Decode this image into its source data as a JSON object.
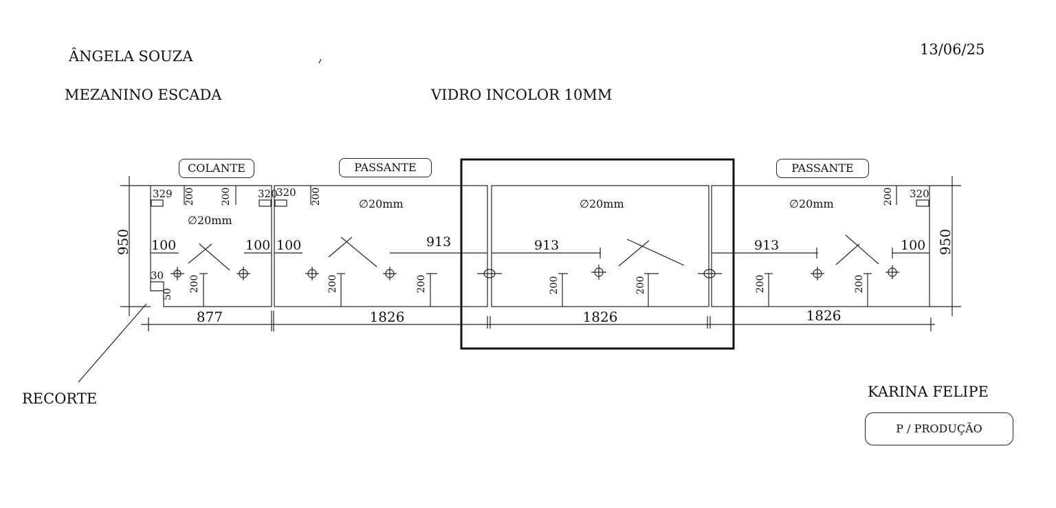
{
  "client_name": "ÂNGELA SOUZA",
  "date": "13/06/25",
  "project": "MEZANINO ESCADA",
  "glass_spec": "VIDRO INCOLOR 10MM",
  "salesperson": "KARINA FELIPE",
  "stamp": "P / PRODUÇÃO",
  "recorte_label": "RECORTE",
  "height_label": "950",
  "panels": [
    {
      "type": "COLANTE",
      "width": "877",
      "hole": "∅20mm"
    },
    {
      "type": "PASSANTE",
      "width": "1826",
      "hole": "∅20mm"
    },
    {
      "type": "",
      "width": "1826",
      "hole": "∅20mm"
    },
    {
      "type": "PASSANTE",
      "width": "1826",
      "hole": "∅20mm"
    }
  ],
  "dims": {
    "d329": "329",
    "d320": "320",
    "d200": "200",
    "d100": "100",
    "d913": "913",
    "d30": "30",
    "d50": "50"
  }
}
